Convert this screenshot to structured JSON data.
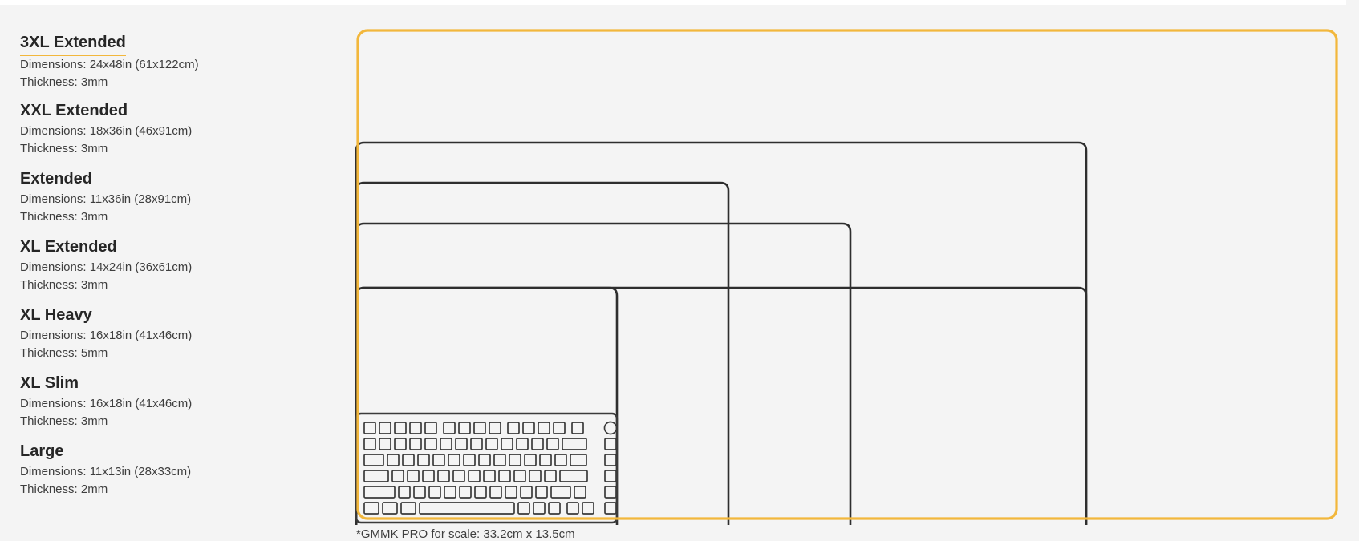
{
  "sizes": [
    {
      "name": "3XL Extended",
      "dimensions": "Dimensions: 24x48in (61x122cm)",
      "thickness": "Thickness: 3mm"
    },
    {
      "name": "XXL Extended",
      "dimensions": "Dimensions: 18x36in (46x91cm)",
      "thickness": "Thickness: 3mm"
    },
    {
      "name": "Extended",
      "dimensions": "Dimensions: 11x36in (28x91cm)",
      "thickness": "Thickness: 3mm"
    },
    {
      "name": "XL Extended",
      "dimensions": "Dimensions: 14x24in (36x61cm)",
      "thickness": "Thickness: 3mm"
    },
    {
      "name": "XL Heavy",
      "dimensions": "Dimensions: 16x18in (41x46cm)",
      "thickness": "Thickness: 5mm"
    },
    {
      "name": "XL Slim",
      "dimensions": "Dimensions: 16x18in (41x46cm)",
      "thickness": "Thickness: 3mm"
    },
    {
      "name": "Large",
      "dimensions": "Dimensions: 11x13in (28x33cm)",
      "thickness": "Thickness: 2mm"
    }
  ],
  "selected_size": "3XL Extended",
  "footnote": "*GMMK PRO for scale: 33.2cm x 13.5cm",
  "colors": {
    "accent": "#f2b73c",
    "outline": "#2e2e2e",
    "background": "#f4f4f4"
  }
}
